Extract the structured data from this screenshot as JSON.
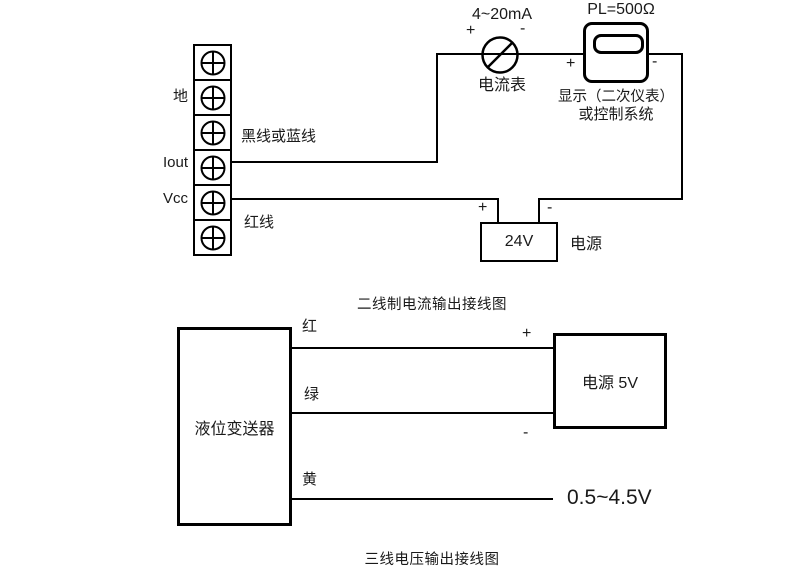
{
  "colors": {
    "background": "#ffffff",
    "line": "#000000",
    "text": "#1a1a1a"
  },
  "diagram_top": {
    "title": "二线制电流输出接线图",
    "terminals": {
      "ground_label": "地",
      "iout_label": "Iout",
      "vcc_label": "Vcc"
    },
    "wire_labels": {
      "black_or_blue": "黑线或蓝线",
      "red": "红线"
    },
    "ammeter": {
      "range": "4~20mA",
      "plus": "+",
      "minus": "-",
      "name": "电流表"
    },
    "load": {
      "resistance": "PL=500Ω",
      "plus": "+",
      "minus": "-",
      "caption_line1": "显示（二次仪表）",
      "caption_line2": "或控制系统"
    },
    "supply": {
      "voltage": "24V",
      "plus": "+",
      "minus": "-",
      "label": "电源"
    }
  },
  "diagram_bottom": {
    "title": "三线电压输出接线图",
    "transmitter_label": "液位变送器",
    "wire_labels": {
      "red": "红",
      "green": "绿",
      "yellow": "黄"
    },
    "supply": {
      "label": "电源 5V",
      "plus": "+",
      "minus": "-"
    },
    "output_range": "0.5~4.5V"
  }
}
